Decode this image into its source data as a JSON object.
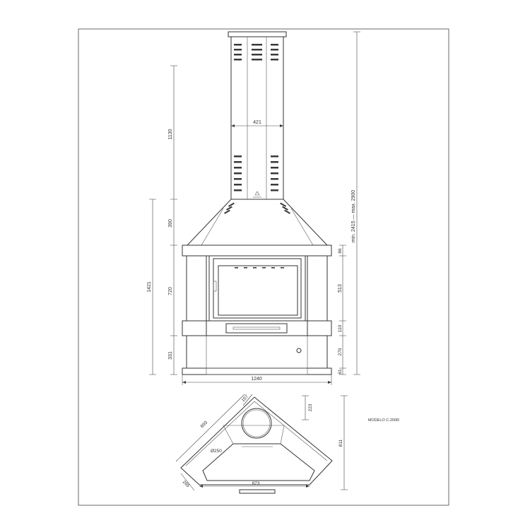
{
  "drawing": {
    "model_label": "MODELO C-200R",
    "front_view": {
      "dim_flue_width": "421",
      "dim_flue_height": "1130",
      "dim_hood_height": "390",
      "dim_body_height": "720",
      "dim_base_height": "331",
      "dim_upper_total": "1421",
      "dim_total_range": "min. 2415 — max. 2900",
      "dim_top_band": "86",
      "dim_window": "513",
      "dim_drawer_band": "110",
      "dim_lower_panel": "270",
      "dim_plinth": "61",
      "dim_total_width": "1240"
    },
    "plan_view": {
      "dim_flue_offset": "157",
      "dim_side_depth": "223",
      "dim_diagonal": "893",
      "dim_diameter": "Ø250",
      "dim_total_depth": "811",
      "dim_front_width": "873",
      "dim_corner_leg": "265"
    },
    "colors": {
      "stroke": "#333333",
      "background": "#ffffff"
    }
  }
}
